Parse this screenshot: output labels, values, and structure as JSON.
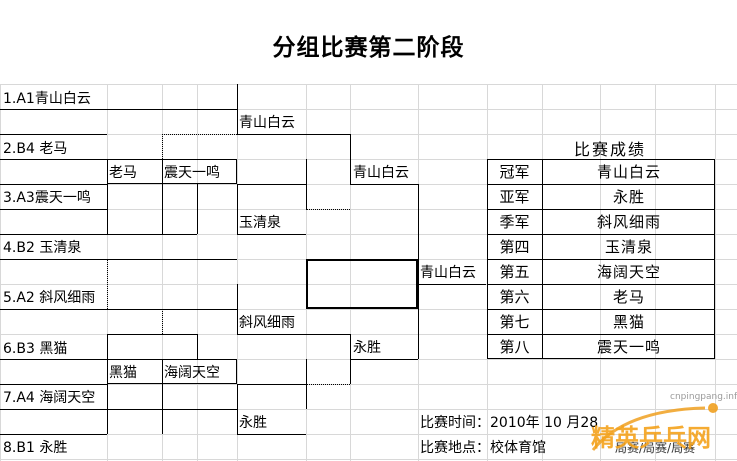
{
  "title": "分组比赛第二阶段",
  "round1": [
    "1.A1青山白云",
    "2.B4 老马",
    "3.A3震天一鸣",
    "4.B2 玉清泉",
    "5.A2 斜风细雨",
    "6.B3 黑猫",
    "7.A4 海阔天空",
    "8.B1 永胜"
  ],
  "round2": [
    "青山白云",
    "玉清泉",
    "斜风细雨",
    "永胜"
  ],
  "semis": [
    "青山白云",
    "永胜"
  ],
  "final": "青山白云",
  "losers_bracket": [
    {
      "left": "老马",
      "right": "震天一鸣"
    },
    {
      "left": "黑猫",
      "right": "海阔天空"
    }
  ],
  "results": {
    "title": "比赛成绩",
    "rows": [
      {
        "rank": "冠军",
        "name": "青山白云"
      },
      {
        "rank": "亚军",
        "name": "永胜"
      },
      {
        "rank": "季军",
        "name": "斜风细雨"
      },
      {
        "rank": "第四",
        "name": "玉清泉"
      },
      {
        "rank": "第五",
        "name": "海阔天空"
      },
      {
        "rank": "第六",
        "name": "老马"
      },
      {
        "rank": "第七",
        "name": "黑猫"
      },
      {
        "rank": "第八",
        "name": "震天一鸣"
      }
    ]
  },
  "footer": {
    "time_label": "比赛时间：",
    "time_value": "2010年  10  月28",
    "venue_label": "比赛地点：",
    "venue_value": "校体育馆",
    "trailing": "局赛/局赛/局赛"
  },
  "watermark": {
    "small": "cnpingpang.info",
    "logo": "精英乒乓网"
  }
}
